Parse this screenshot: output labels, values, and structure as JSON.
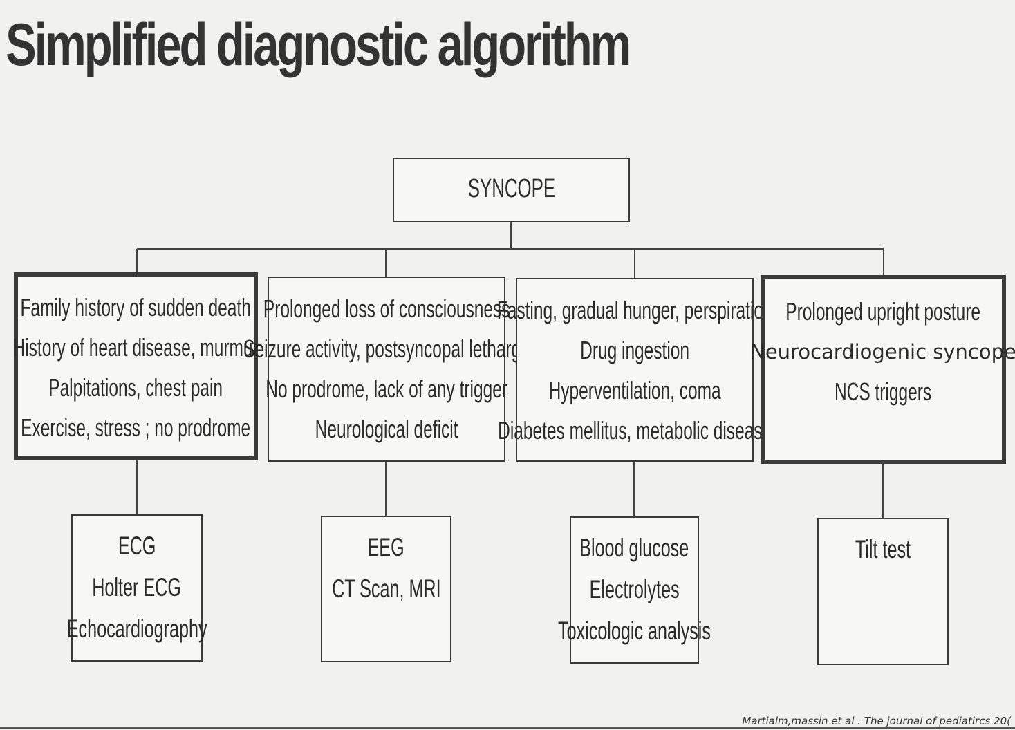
{
  "title": "Simplified diagnostic algorithm",
  "root": {
    "label": "SYNCOPE"
  },
  "categories": [
    {
      "lines": [
        "Family history of sudden death",
        "History of heart disease, murmur",
        "Palpitations, chest pain",
        "Exercise, stress ; no prodrome"
      ]
    },
    {
      "lines": [
        "Prolonged loss of consciousness",
        "Seizure activity, postsyncopal lethargy",
        "No prodrome, lack of any trigger",
        "Neurological deficit"
      ]
    },
    {
      "lines": [
        "Fasting, gradual hunger, perspiration",
        "Drug ingestion",
        "Hyperventilation, coma",
        "Diabetes mellitus, metabolic disease"
      ]
    },
    {
      "lines": [
        "Prolonged upright posture",
        "Neurocardiogenic  syncope",
        "NCS triggers"
      ]
    }
  ],
  "tests": [
    {
      "lines": [
        "ECG",
        "Holter ECG",
        "Echocardiography"
      ]
    },
    {
      "lines": [
        "EEG",
        "CT Scan, MRI"
      ]
    },
    {
      "lines": [
        "Blood glucose",
        "Electrolytes",
        "Toxicologic analysis"
      ]
    },
    {
      "lines": [
        "Tilt test"
      ]
    }
  ],
  "citation": "Martialm,massin et al . The journal of pediatircs 20("
}
